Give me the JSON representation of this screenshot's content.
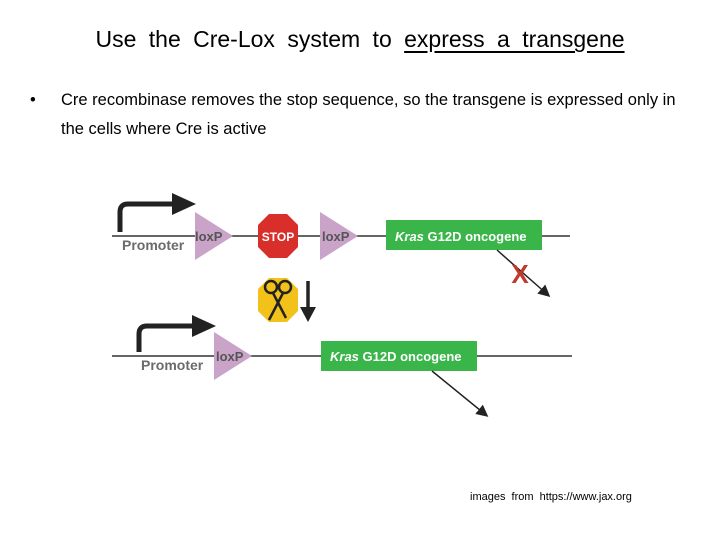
{
  "title": {
    "prefix": "Use the Cre-Lox system to ",
    "underlined": "express a transgene"
  },
  "bullet": {
    "marker": "•",
    "text": "Cre recombinase removes the stop sequence, so the transgene is expressed only in the cells where Cre is active"
  },
  "diagram": {
    "before": {
      "promoter_label": "Promoter",
      "loxp_left_label": "loxP",
      "stop_label": "STOP",
      "loxp_right_label": "loxP",
      "gene_label_italic": "Kras",
      "gene_label_rest": " G12D oncogene",
      "blocked_mark": "X"
    },
    "after": {
      "promoter_label": "Promoter",
      "loxp_label": "loxP",
      "gene_label_italic": "Kras",
      "gene_label_rest": " G12D oncogene"
    },
    "colors": {
      "loxp": "#c9a3c8",
      "stop": "#d82f2a",
      "gene": "#3ab54a",
      "cre": "#f2c21b",
      "blocked": "#c0392b",
      "line": "#666666",
      "arrow": "#222222",
      "label_gray": "#6b6b6b"
    },
    "icons": [
      "promoter-arrow-icon",
      "stop-sign-icon",
      "scissors-icon",
      "down-arrow-icon"
    ]
  },
  "credit": "images from https://www.jax.org"
}
